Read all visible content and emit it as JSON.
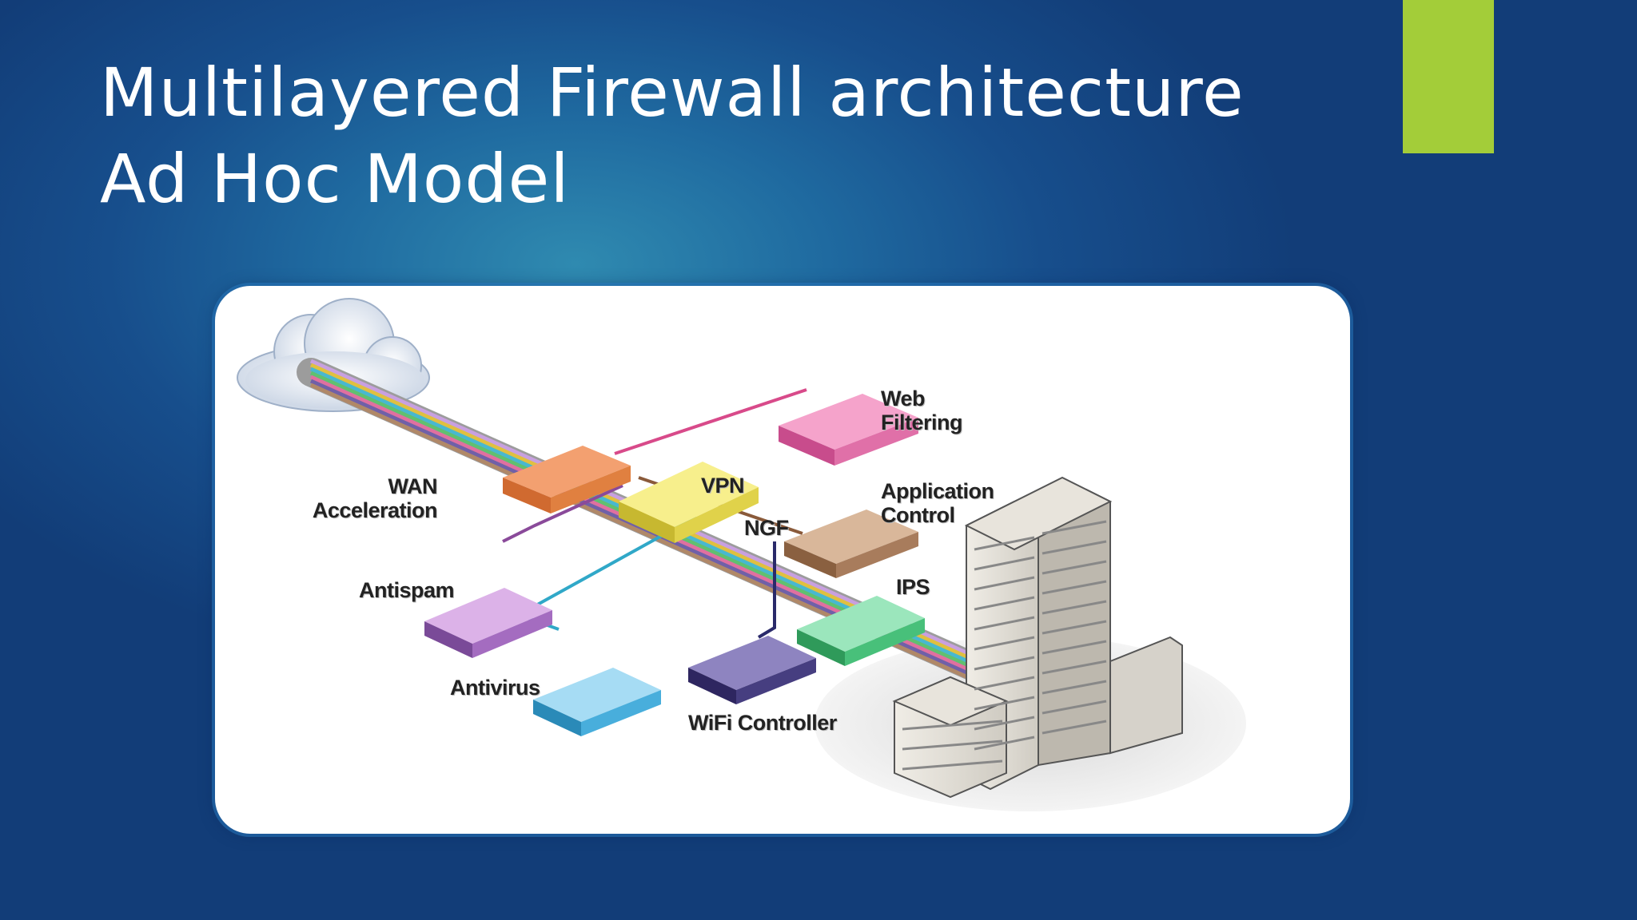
{
  "slide": {
    "title": "Multilayered Firewall architecture Ad Hoc Model",
    "accent_color": "#a3cd39"
  },
  "diagram": {
    "labels": {
      "wan_line1": "WAN",
      "wan_line2": "Acceleration",
      "vpn": "VPN",
      "ngf": "NGF",
      "web_line1": "Web",
      "web_line2": "Filtering",
      "app_line1": "Application",
      "app_line2": "Control",
      "ips": "IPS",
      "antispam": "Antispam",
      "antivirus": "Antivirus",
      "wifi": "WiFi Controller"
    },
    "device_colors": {
      "wan": "#e8844a",
      "ngf": "#f2e64a",
      "web": "#e86aa8",
      "app": "#b58a68",
      "ips": "#4fc98a",
      "antispam": "#b07ac8",
      "antivirus": "#52b8e6",
      "wifi": "#5a4e8c"
    }
  }
}
